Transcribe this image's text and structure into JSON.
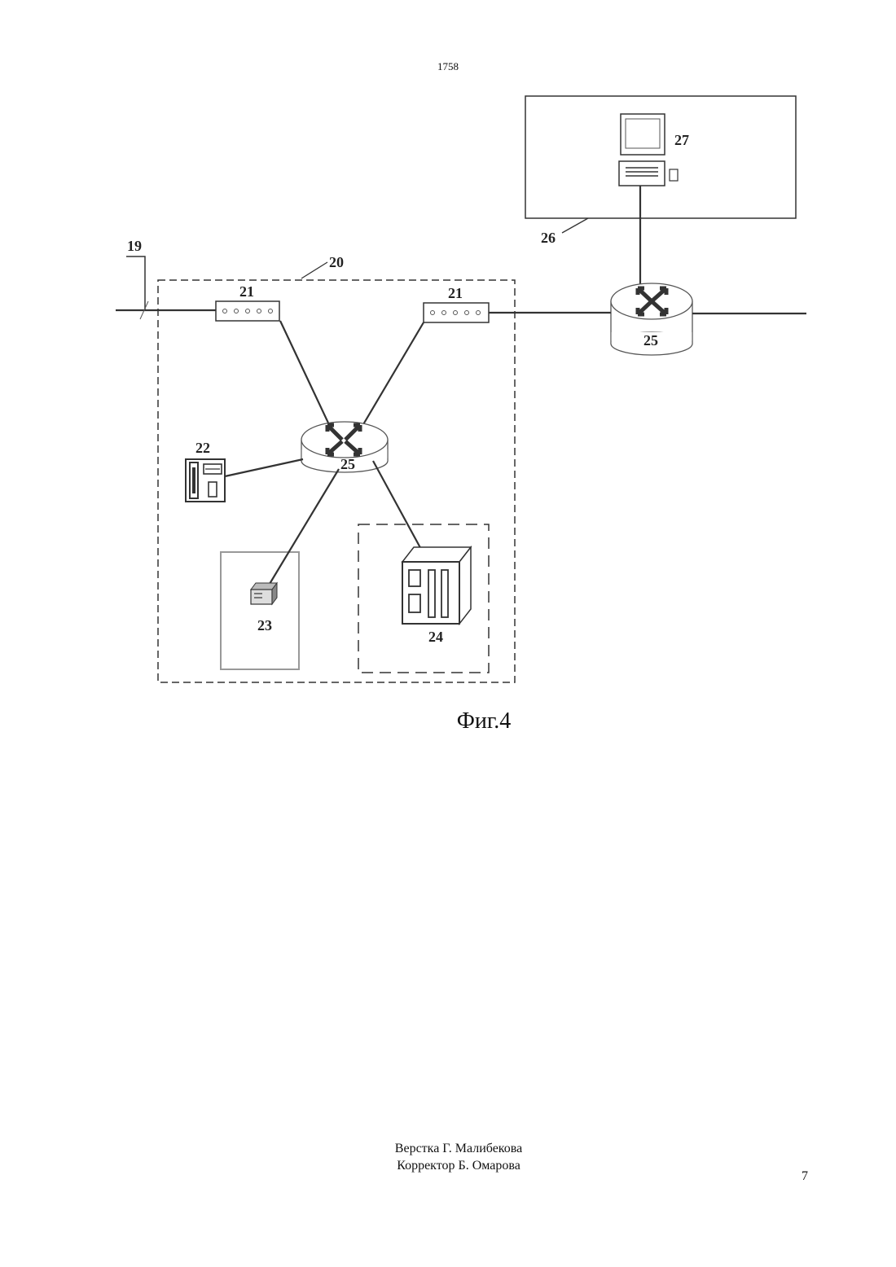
{
  "header": {
    "document_number": "1758"
  },
  "figure": {
    "labels": {
      "line": "19",
      "enclosure": "20",
      "switch_left": "21",
      "switch_right": "21",
      "phone": "22",
      "device": "23",
      "cabinet": "24",
      "router_center": "25",
      "router_right": "25",
      "workstation_box": "26",
      "computer": "27"
    },
    "icons": [
      "network-switch-icon",
      "router-icon",
      "telephone-icon",
      "terminal-icon",
      "server-cabinet-icon",
      "computer-icon"
    ],
    "caption": "Фиг.4"
  },
  "credits": {
    "layout": "Верстка Г. Малибекова",
    "proofreader": "Корректор Б. Омарова"
  },
  "footer": {
    "page_number": "7"
  }
}
